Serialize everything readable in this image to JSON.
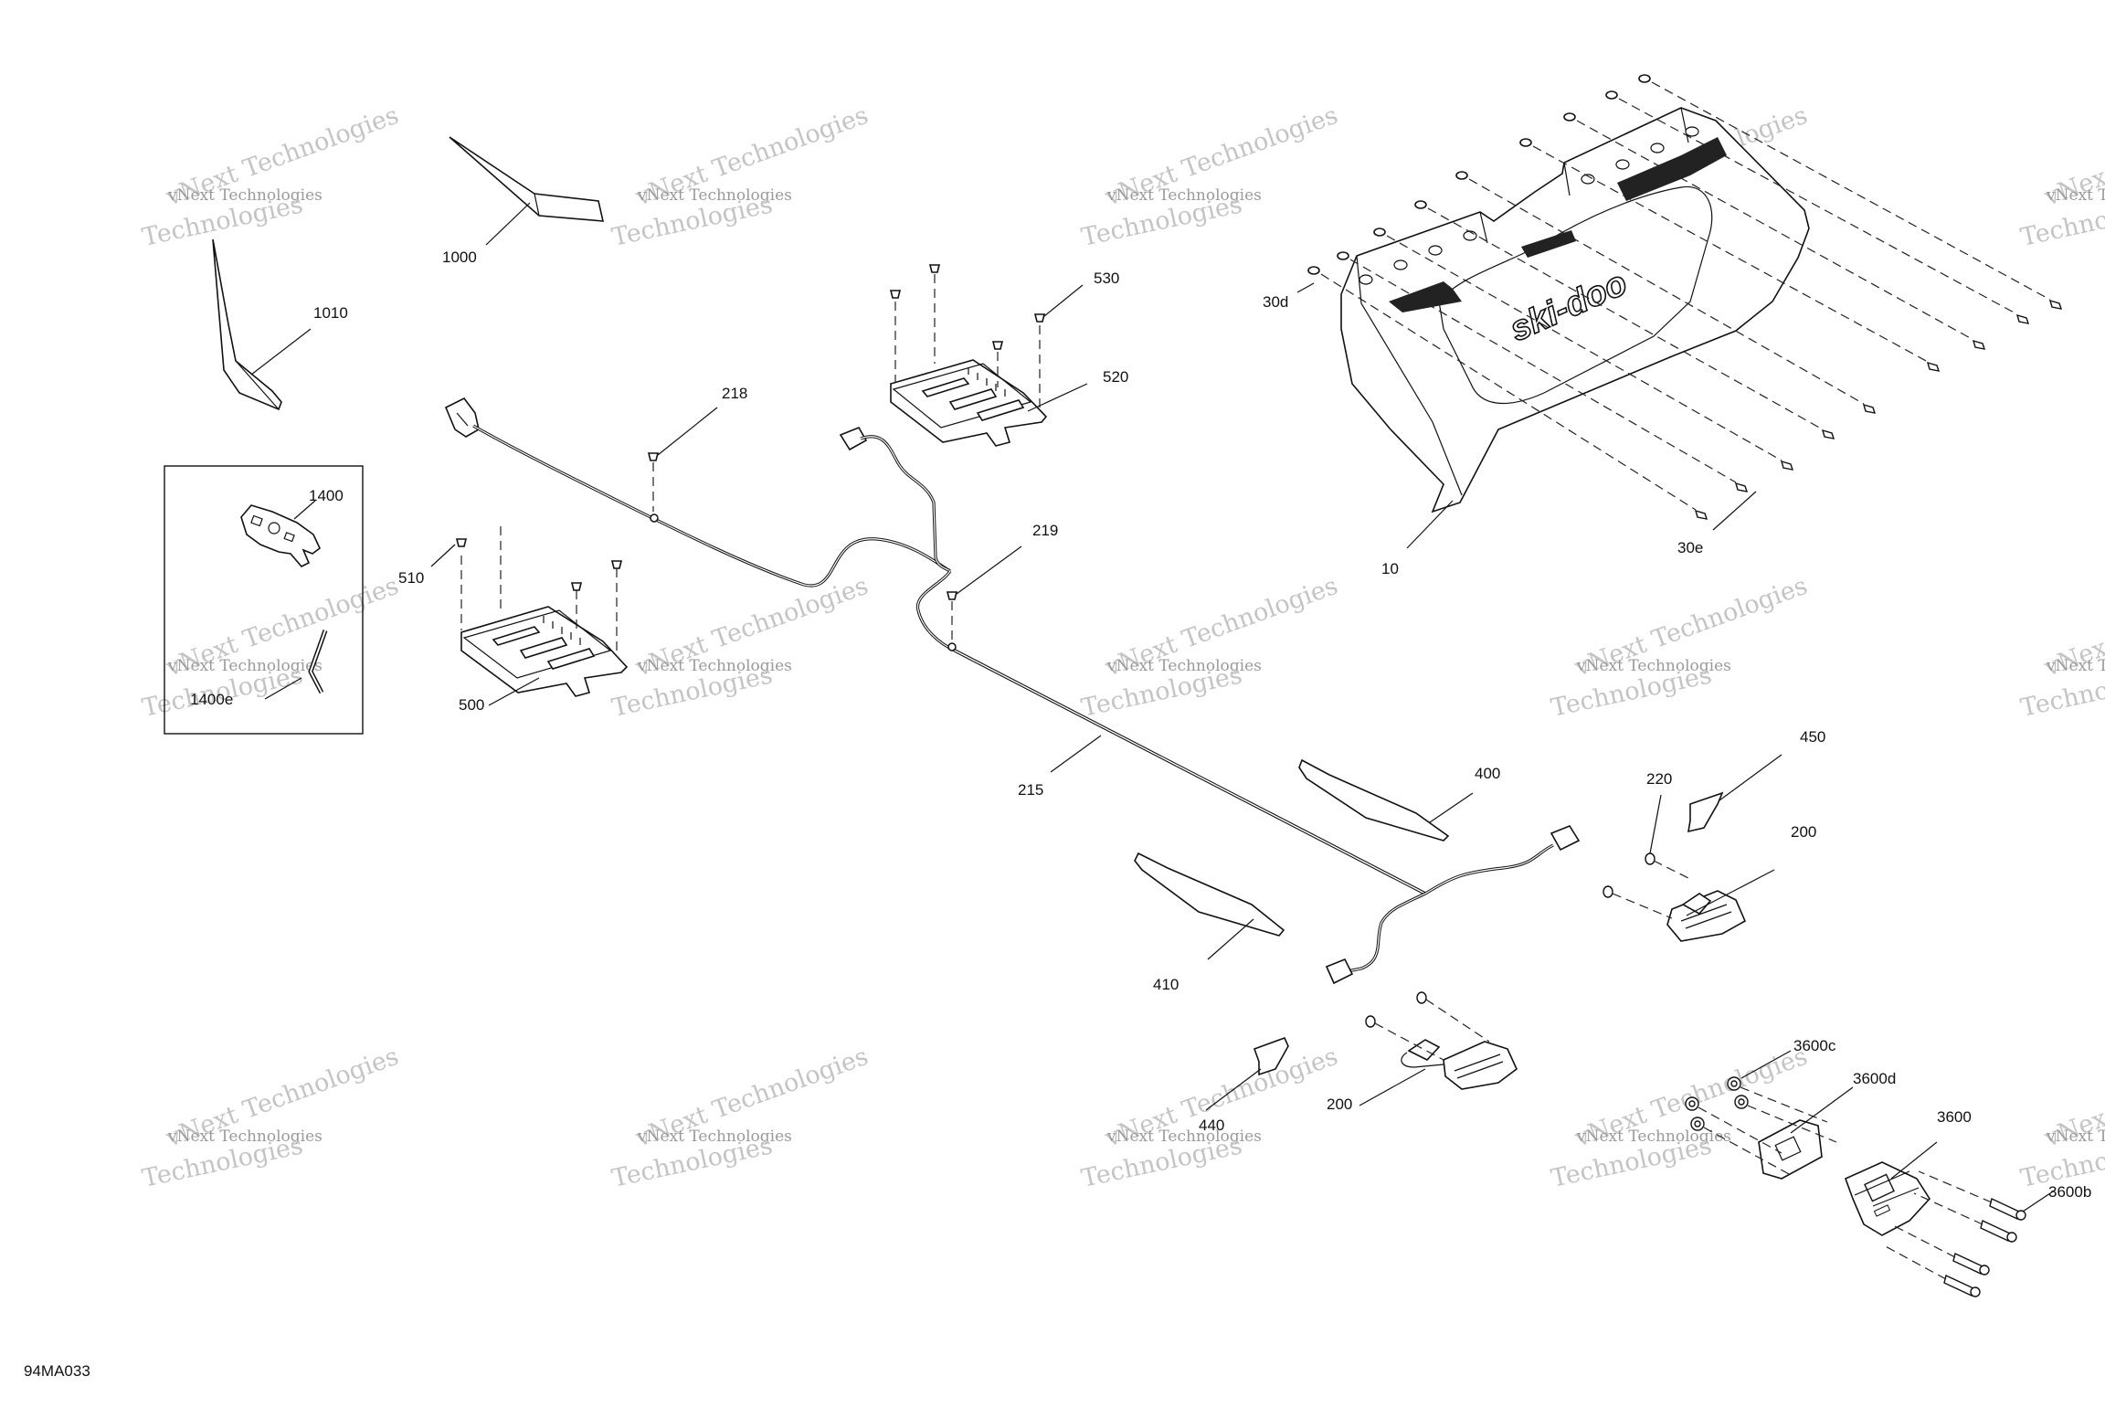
{
  "diagram": {
    "drawing_code": "94MA033",
    "watermark": {
      "brand": "vNext Technologies",
      "word": "Technologies"
    },
    "callouts": [
      {
        "id": "c-1000",
        "text": "1000"
      },
      {
        "id": "c-1010",
        "text": "1010"
      },
      {
        "id": "c-1400",
        "text": "1400"
      },
      {
        "id": "c-1400e",
        "text": "1400e"
      },
      {
        "id": "c-218",
        "text": "218"
      },
      {
        "id": "c-530",
        "text": "530"
      },
      {
        "id": "c-520",
        "text": "520"
      },
      {
        "id": "c-510",
        "text": "510"
      },
      {
        "id": "c-500",
        "text": "500"
      },
      {
        "id": "c-219",
        "text": "219"
      },
      {
        "id": "c-215",
        "text": "215"
      },
      {
        "id": "c-30d",
        "text": "30d"
      },
      {
        "id": "c-30e",
        "text": "30e"
      },
      {
        "id": "c-10",
        "text": "10"
      },
      {
        "id": "c-400",
        "text": "400"
      },
      {
        "id": "c-410",
        "text": "410"
      },
      {
        "id": "c-450",
        "text": "450"
      },
      {
        "id": "c-220",
        "text": "220"
      },
      {
        "id": "c-200a",
        "text": "200"
      },
      {
        "id": "c-200b",
        "text": "200"
      },
      {
        "id": "c-440",
        "text": "440"
      },
      {
        "id": "c-3600c",
        "text": "3600c"
      },
      {
        "id": "c-3600d",
        "text": "3600d"
      },
      {
        "id": "c-3600",
        "text": "3600"
      },
      {
        "id": "c-3600b",
        "text": "3600b"
      }
    ],
    "flap_logo": "ski-doo"
  }
}
